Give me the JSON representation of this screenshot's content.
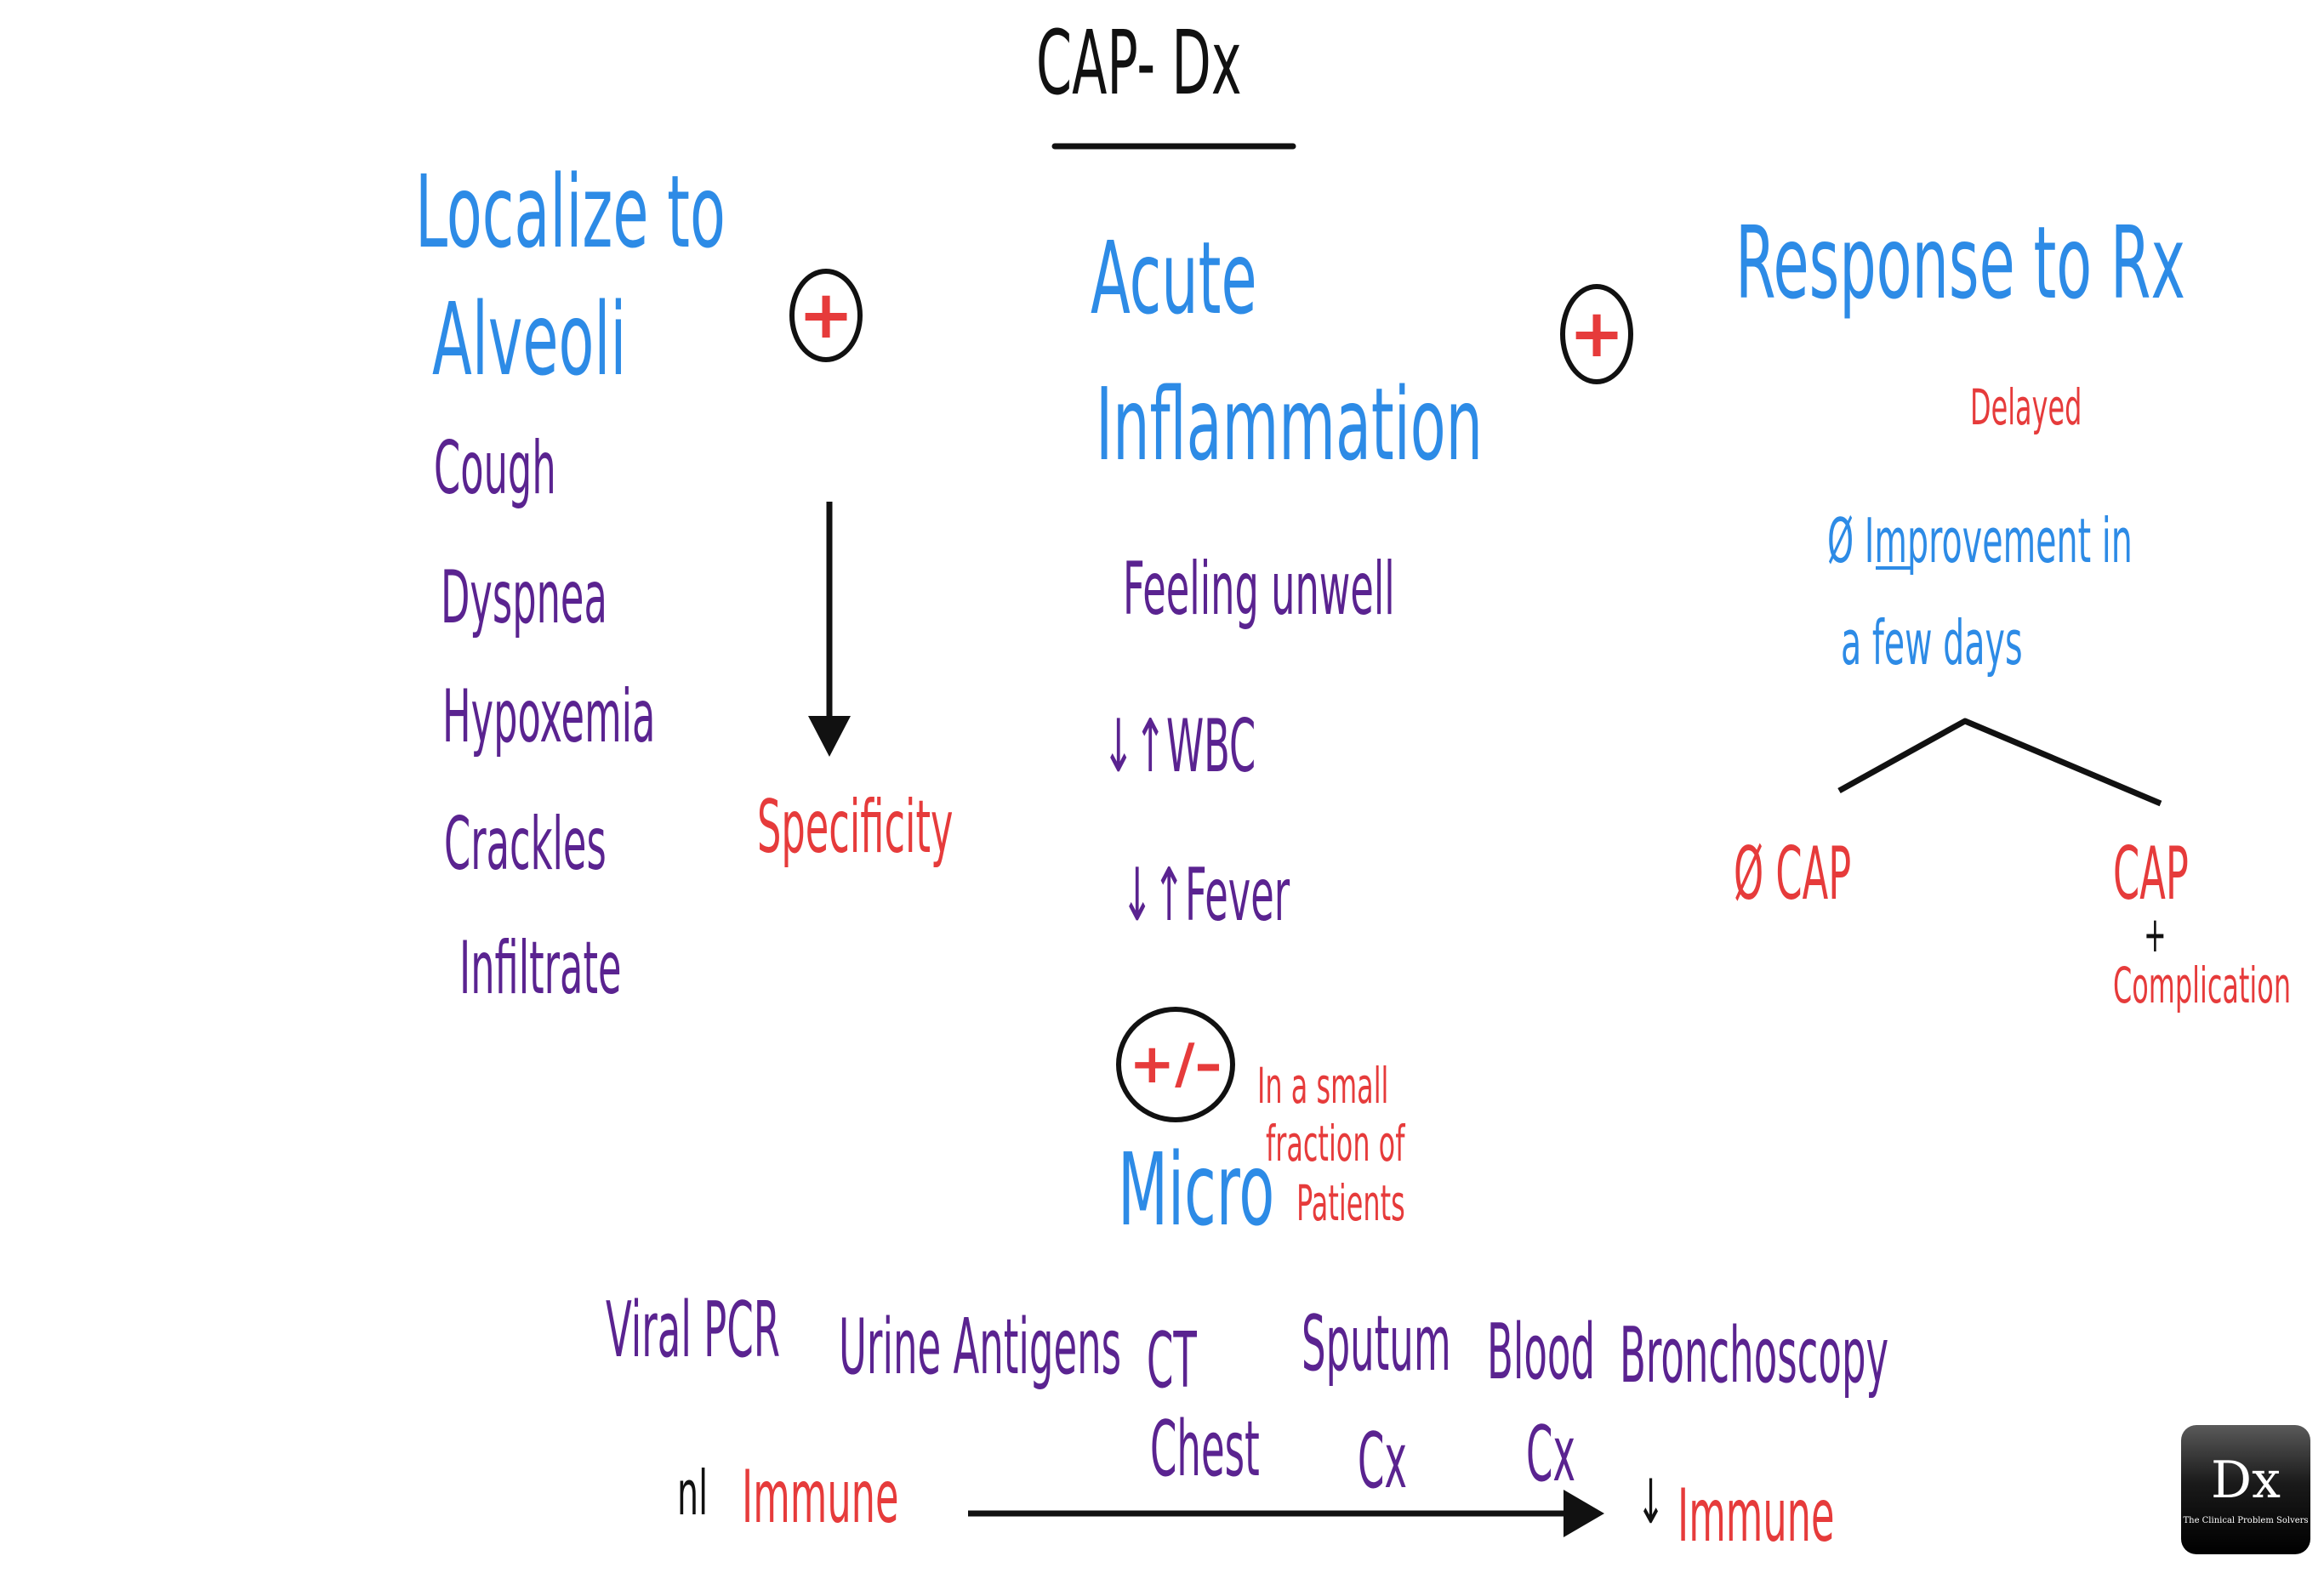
{
  "title": "CAP- Dx",
  "pillars": {
    "localize": {
      "title_line1": "Localize to",
      "title_line2": "Alveoli",
      "items": [
        "Cough",
        "Dyspnea",
        "Hypoxemia",
        "Crackles",
        "Infiltrate"
      ],
      "arrow_label": "Specificity"
    },
    "inflammation": {
      "title_line1": "Acute",
      "title_line2": "Inflammation",
      "items": [
        "Feeling unwell",
        "↓↑WBC",
        "↓↑Fever"
      ]
    },
    "response": {
      "title": "Response to Rx",
      "qualifier": "Delayed",
      "detail_line1": "Ø Improvement in",
      "detail_line2": "a few days",
      "branch_left": "Ø CAP",
      "branch_right_line1": "CAP",
      "branch_right_line2": "+",
      "branch_right_line3": "Complication"
    }
  },
  "operators": {
    "plus1": "+",
    "plus2": "+",
    "plus_minus": "+/–"
  },
  "micro": {
    "title": "Micro",
    "note_line1": "In a small",
    "note_line2": "fraction of",
    "note_line3": "Patients",
    "tests": [
      {
        "line1": "Viral PCR",
        "line2": ""
      },
      {
        "line1": "Urine Antigens",
        "line2": ""
      },
      {
        "line1": "CT",
        "line2": "Chest"
      },
      {
        "line1": "Sputum",
        "line2": "Cx"
      },
      {
        "line1": "Blood",
        "line2": "Cx"
      },
      {
        "line1": "Bronchoscopy",
        "line2": ""
      }
    ],
    "immune_left_prefix": "nl",
    "immune_left": "Immune",
    "immune_right_prefix": "↓",
    "immune_right": "Immune"
  },
  "logo": {
    "mark": "Dx",
    "caption": "The Clinical Problem Solvers"
  },
  "colors": {
    "blue": "#2d8be6",
    "purple": "#5a2390",
    "red": "#e63b3b",
    "black": "#111111"
  }
}
